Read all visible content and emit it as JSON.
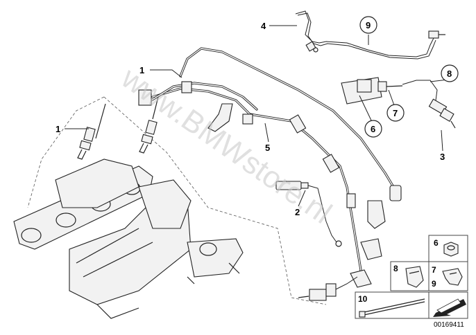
{
  "callouts": {
    "c1a": "1",
    "c1b": "1",
    "c2": "2",
    "c3": "3",
    "c4": "4",
    "c5": "5",
    "c6": "6",
    "c7": "7",
    "c8": "8",
    "c9": "9"
  },
  "legend": {
    "box6": "6",
    "box7": "7",
    "box9": "9",
    "box8": "8",
    "box10": "10"
  },
  "watermark": "www.BMWstore.nl",
  "diagram_code": "00169411"
}
